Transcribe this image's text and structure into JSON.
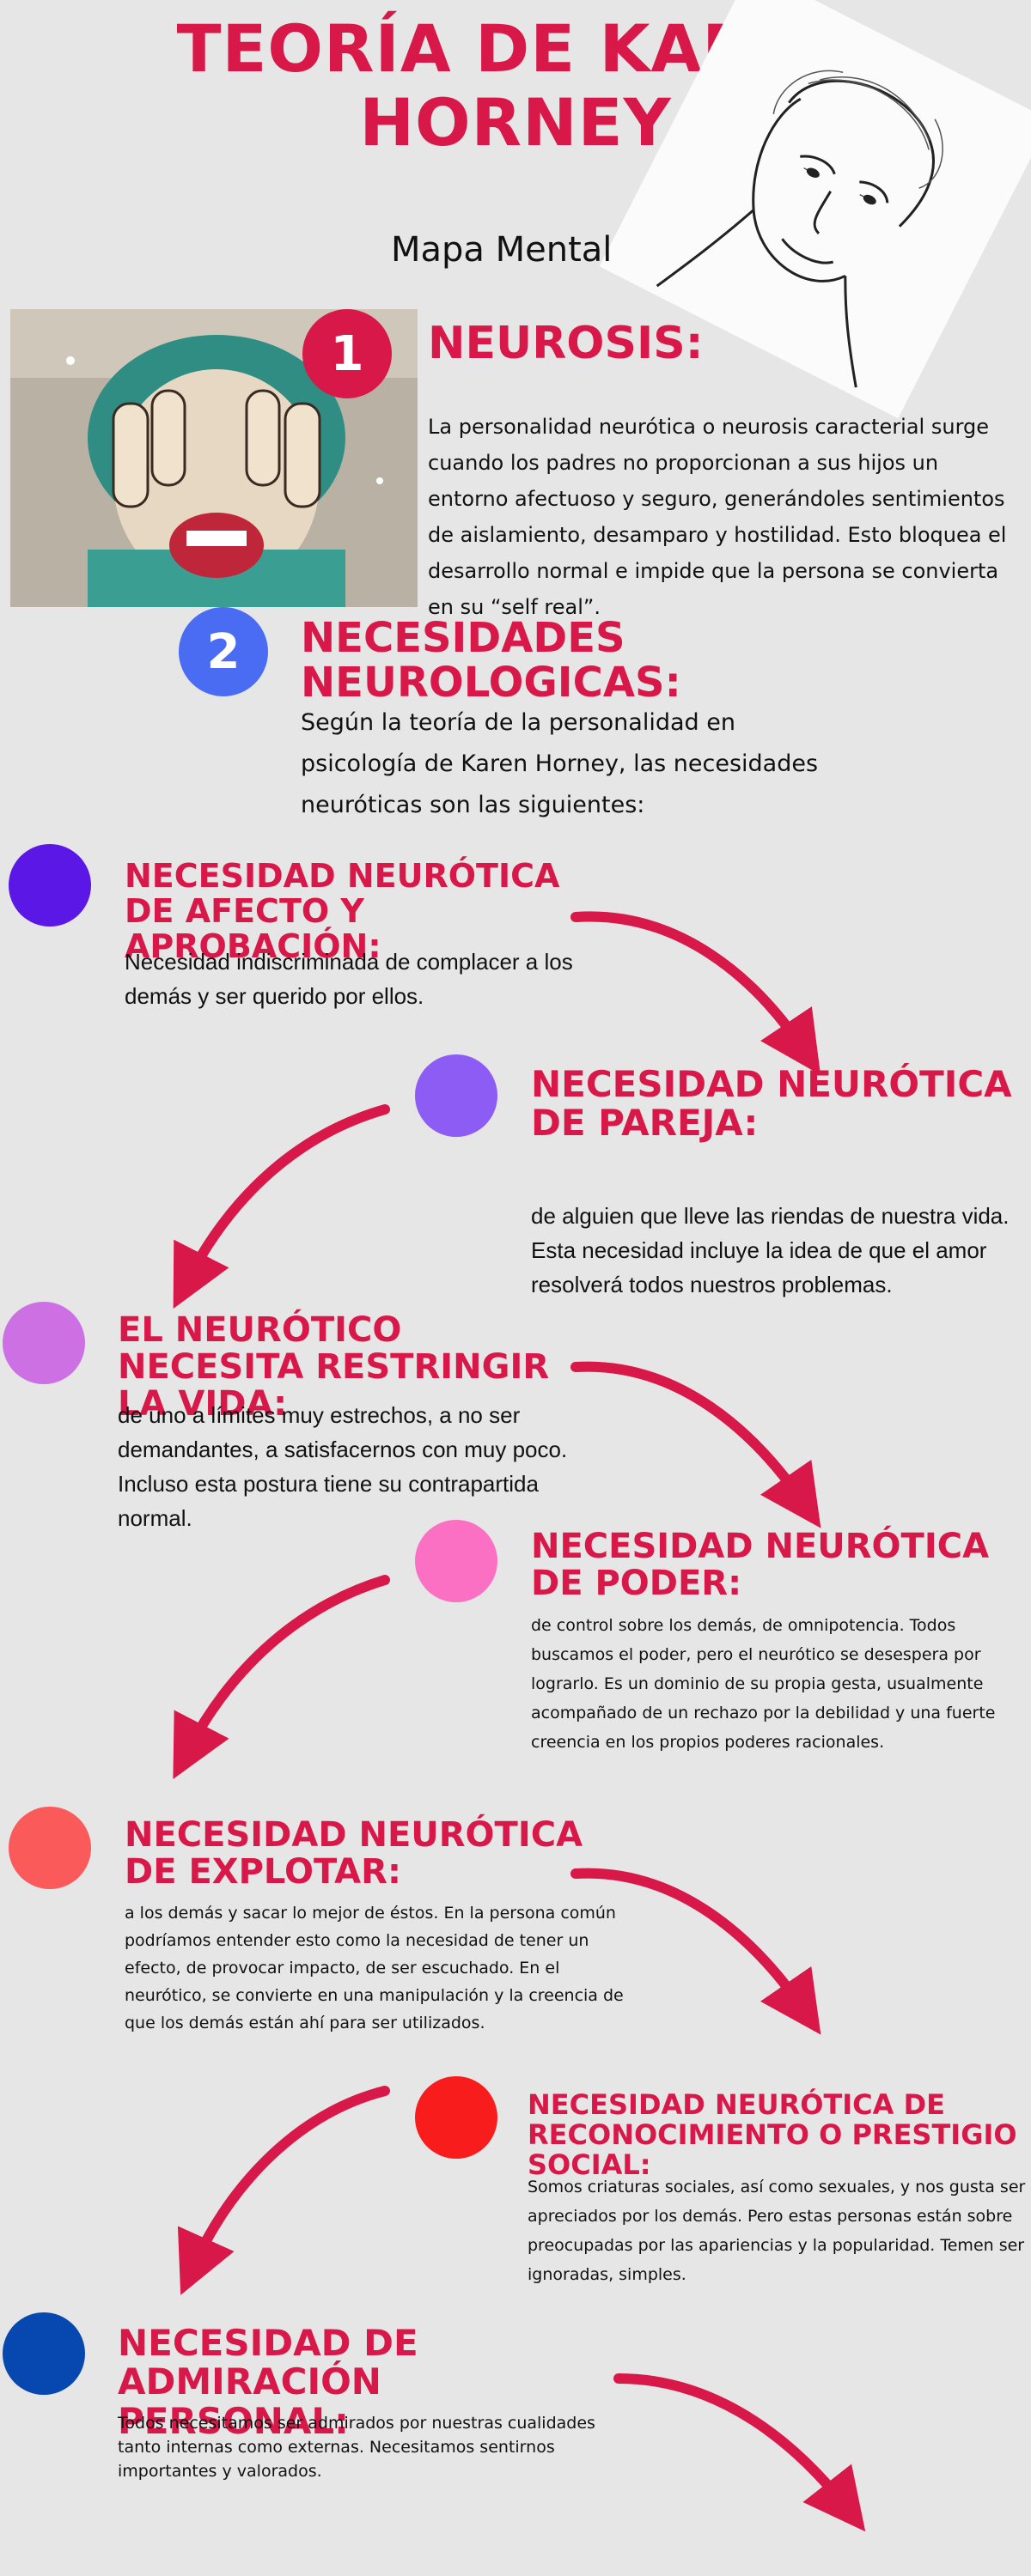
{
  "header": {
    "title": "TEORÍA DE KAREN HORNEY",
    "subtitle": "Mapa Mental"
  },
  "section1": {
    "number": "1",
    "heading": "NEUROSIS:",
    "text": "La personalidad neurótica o neurosis caracterial surge cuando los padres no proporcionan a sus hijos un entorno afectuoso y seguro, generándoles sentimientos de aislamiento, desamparo y hostilidad. Esto bloquea el desarrollo normal e impide que la persona se convierta en su “self real”."
  },
  "section2": {
    "number": "2",
    "heading": "NECESIDADES NEUROLOGICAS:",
    "text": "Según la teoría de la personalidad en psicología de Karen Horney, las necesidades neuróticas son las siguientes:"
  },
  "needs": [
    {
      "heading": "NECESIDAD NEURÓTICA DE AFECTO Y APROBACIÓN:",
      "text": " Necesidad indiscriminada de complacer a los demás y ser querido por ellos.",
      "color": "#5b17e6"
    },
    {
      "heading": "NECESIDAD NEURÓTICA DE PAREJA:",
      "text": "de alguien que lleve las riendas de nuestra vida. Esta necesidad incluye la idea de que el amor resolverá todos nuestros problemas.",
      "color": "#8c5cf4"
    },
    {
      "heading": "EL NEURÓTICO NECESITA RESTRINGIR LA VIDA:",
      "text": " de uno a límites muy estrechos, a no ser demandantes, a satisfacernos con muy poco. Incluso esta postura tiene su contrapartida normal.",
      "color": "#cc70e4"
    },
    {
      "heading": "NECESIDAD NEURÓTICA DE PODER:",
      "text": "de control sobre los demás, de omnipotencia. Todos buscamos el poder, pero el neurótico se desespera por lograrlo. Es un dominio de su propia gesta, usualmente acompañado de un rechazo por la debilidad y una fuerte creencia en los propios poderes racionales.",
      "color": "#fb70c2"
    },
    {
      "heading": "NECESIDAD NEURÓTICA DE EXPLOTAR:",
      "text": " a los demás y sacar lo mejor de éstos. En la persona común  podríamos entender esto como la necesidad de tener un efecto, de provocar impacto, de ser escuchado. En el neurótico, se convierte en una manipulación y la creencia de que los demás están ahí para ser utilizados.",
      "color": "#fb5a5a"
    },
    {
      "heading": "NECESIDAD NEURÓTICA DE RECONOCIMIENTO O PRESTIGIO SOCIAL:",
      "text": "Somos criaturas sociales, así como sexuales, y nos gusta ser apreciados por los demás. Pero estas personas están sobre preocupadas por las apariencias y la popularidad. Temen ser ignoradas, simples.",
      "color": "#f81c1c"
    },
    {
      "heading": "NECESIDAD DE ADMIRACIÓN PERSONAL:",
      "text": " Todos necesitamos ser admirados por nuestras cualidades tanto internas como externas. Necesitamos sentirnos importantes y valorados.",
      "color": "#0748b0"
    }
  ],
  "colors": {
    "accent": "#d81848",
    "background": "#e6e6e6",
    "section1_circle": "#d81848",
    "section2_circle": "#4a6cf3"
  }
}
